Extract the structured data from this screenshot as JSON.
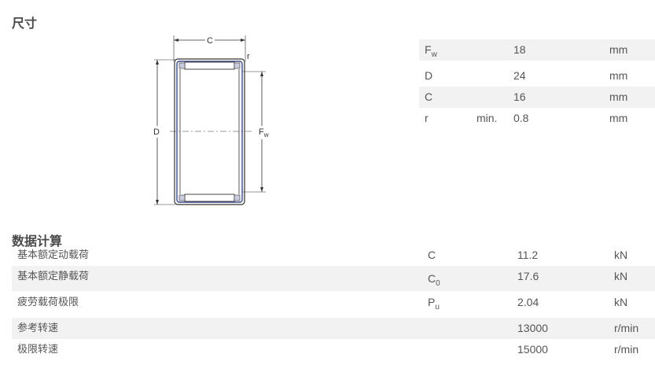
{
  "dimensions": {
    "title": "尺寸",
    "drawing_labels": {
      "c": "C",
      "d": "D",
      "r": "r",
      "fw": "F",
      "fw_sub": "w"
    },
    "rows": [
      {
        "symbol": "F",
        "symbol_sub": "w",
        "qualifier": "",
        "value": "18",
        "unit": "mm"
      },
      {
        "symbol": "D",
        "symbol_sub": "",
        "qualifier": "",
        "value": "24",
        "unit": "mm"
      },
      {
        "symbol": "C",
        "symbol_sub": "",
        "qualifier": "",
        "value": "16",
        "unit": "mm"
      },
      {
        "symbol": "r",
        "symbol_sub": "",
        "qualifier": "min.",
        "value": "0.8",
        "unit": "mm"
      }
    ]
  },
  "calculation": {
    "title": "数据计算",
    "rows": [
      {
        "name": "基本额定动载荷",
        "symbol": "C",
        "symbol_sub": "",
        "value": "11.2",
        "unit": "kN"
      },
      {
        "name": "基本额定静载荷",
        "symbol": "C",
        "symbol_sub": "0",
        "value": "17.6",
        "unit": "kN"
      },
      {
        "name": "疲劳载荷极限",
        "symbol": "P",
        "symbol_sub": "u",
        "value": "2.04",
        "unit": "kN"
      },
      {
        "name": "参考转速",
        "symbol": "",
        "symbol_sub": "",
        "value": "13000",
        "unit": "r/min"
      },
      {
        "name": "极限转速",
        "symbol": "",
        "symbol_sub": "",
        "value": "15000",
        "unit": "r/min"
      }
    ]
  },
  "colors": {
    "text": "#555555",
    "heading": "#4a4a4a",
    "row_shade": "#f2f2f2"
  }
}
